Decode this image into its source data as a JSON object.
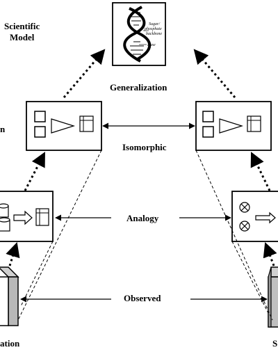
{
  "labels": {
    "scientific_line1": "Scientific",
    "scientific_line2": "Model",
    "generalization": "Generalization",
    "isomorphic": "Isomorphic",
    "analogy": "Analogy",
    "observed": "Observed",
    "left_cut_top": "n",
    "left_cut_bottom": "ation",
    "right_cut_bottom": "S"
  },
  "dna_image": {
    "annotation_line1": "Sugar/",
    "annotation_line2": "phosphate",
    "annotation_line3": "backbone",
    "annotation_base": "Base"
  }
}
